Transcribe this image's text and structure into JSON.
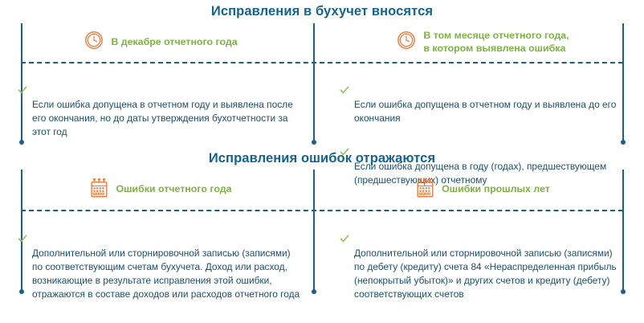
{
  "colors": {
    "title": "#13638e",
    "heading_green": "#7cb342",
    "body_text": "#1b4f6e",
    "rail": "#1c6183",
    "icon_orange": "#e8834a",
    "check_green": "#8cc152",
    "background": "#ffffff"
  },
  "sections": [
    {
      "id": "section-1",
      "title": "Исправления в бухучет вносятся",
      "columns": [
        {
          "icon": "clock-icon",
          "heading": "В декабре отчетного года",
          "bullets": [
            "Если ошибка допущена в отчетном году и выявлена после его окончания, но до даты утверждения бухотчетности за этот год"
          ]
        },
        {
          "icon": "clock-icon",
          "heading": "В том месяце отчетного года,\nв котором выявлена ошибка",
          "bullets": [
            "Если ошибка допущена в отчетном году и выявлена до его окончания",
            "Если ошибка допущена в году (годах), предшествующем (предшествующих) отчетному"
          ]
        }
      ]
    },
    {
      "id": "section-2",
      "title": "Исправления ошибок отражаются",
      "columns": [
        {
          "icon": "calendar-icon",
          "heading": "Ошибки отчетного года",
          "bullets": [
            "Дополнительной или сторнировочной записью (записями) по соответствующим счетам бухучета. Доход или расход, возникающие в результате исправления этой ошибки, отражаются в составе доходов или расходов отчетного года"
          ]
        },
        {
          "icon": "calendar-icon",
          "heading": "Ошибки прошлых лет",
          "bullets": [
            "Дополнительной или сторнировочной записью (записями) по дебету (кредиту) счета 84 «Нераспределенная прибыль (непокрытый убыток)» и других счетов и кредиту (дебету) соответствующих счетов"
          ]
        }
      ]
    }
  ]
}
